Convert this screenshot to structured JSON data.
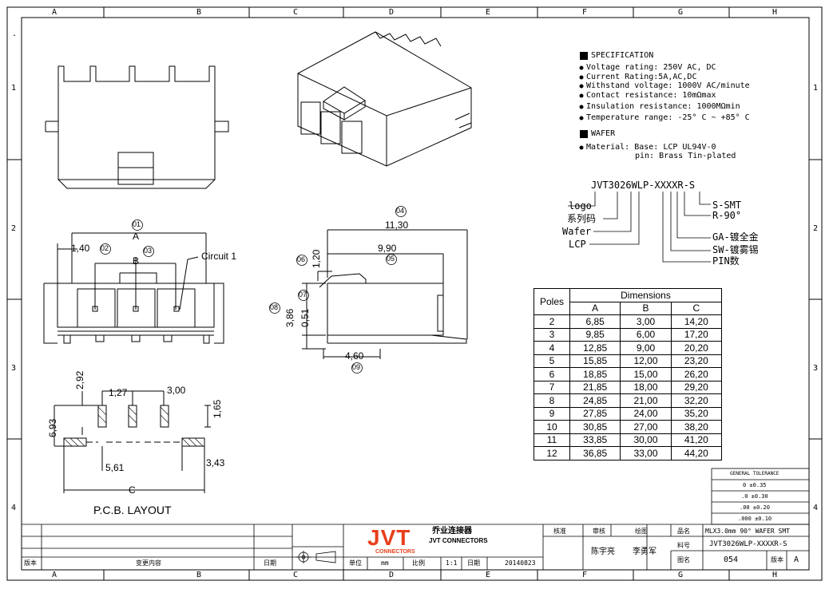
{
  "border": {
    "columns": [
      "A",
      "B",
      "C",
      "D",
      "E",
      "F",
      "G",
      "H"
    ],
    "rows": [
      "1",
      "2",
      "3",
      "4"
    ],
    "corner_mark": "."
  },
  "specification": {
    "heading": "SPECIFICATION",
    "items": [
      "Voltage rating: 250V AC, DC",
      "Current Rating:5A,AC,DC",
      "Withstand voltage: 1000V AC/minute",
      "Contact resistance: 10mΩmax",
      "Insulation resistance: 1000MΩmin",
      "Temperature range: -25° C ~ +85° C"
    ],
    "wafer_heading": "WAFER",
    "material_line1": "Material: Base: LCP UL94V-0",
    "material_line2": "pin: Brass Tin-plated"
  },
  "part_code": {
    "code": "JVT3026WLP-XXXXR-S",
    "left_labels": [
      "logo",
      "系列码",
      "Wafer",
      "LCP"
    ],
    "right_labels": [
      "S-SMT",
      "R-90°",
      "GA-镀全金",
      "SW-镀雾锡",
      "PIN数"
    ]
  },
  "front_view": {
    "label_A": "A",
    "label_B": "B",
    "callout_01": "01",
    "callout_02": "02",
    "callout_03": "03",
    "dim_140": "1,40",
    "circuit": "Circuit 1"
  },
  "side_view": {
    "callout_04": "04",
    "dim_1130": "11,30",
    "dim_990": "9,90",
    "callout_05": "05",
    "callout_06": "06",
    "dim_120": "1,20",
    "callout_07": "07",
    "callout_08": "08",
    "dim_386": "3,86",
    "dim_051": "0,51",
    "dim_460": "4,60",
    "callout_09": "09"
  },
  "pcb": {
    "title": "P.C.B. LAYOUT",
    "dim_292": "2,92",
    "dim_127": "1,27",
    "dim_300": "3,00",
    "dim_165": "1,65",
    "dim_693": "6,93",
    "dim_561": "5,61",
    "dim_343": "3,43",
    "label_C": "C"
  },
  "dimensions_table": {
    "poles_header": "Poles",
    "dims_header": "Dimensions",
    "col_headers": [
      "A",
      "B",
      "C"
    ],
    "rows": [
      [
        "2",
        "6,85",
        "3,00",
        "14,20"
      ],
      [
        "3",
        "9,85",
        "6,00",
        "17,20"
      ],
      [
        "4",
        "12,85",
        "9,00",
        "20,20"
      ],
      [
        "5",
        "15,85",
        "12,00",
        "23,20"
      ],
      [
        "6",
        "18,85",
        "15,00",
        "26,20"
      ],
      [
        "7",
        "21,85",
        "18,00",
        "29,20"
      ],
      [
        "8",
        "24,85",
        "21,00",
        "32,20"
      ],
      [
        "9",
        "27,85",
        "24,00",
        "35,20"
      ],
      [
        "10",
        "30,85",
        "27,00",
        "38,20"
      ],
      [
        "11",
        "33,85",
        "30,00",
        "41,20"
      ],
      [
        "12",
        "36,85",
        "33,00",
        "44,20"
      ]
    ]
  },
  "tolerance": {
    "title": "GENERAL TOLERANCE",
    "rows": [
      "0 ±0.35",
      ".0 ±0.30",
      ".00 ±0.20",
      ".000 ±0.10"
    ]
  },
  "title_block": {
    "rev_label": "版本",
    "change_label": "变更内容",
    "date_label": "日期",
    "logo_text": "JVT",
    "logo_sub": "CONNECTORS",
    "company_cn": "乔业连接器",
    "company_en": "JVT CONNECTORS",
    "unit_label": "单位",
    "unit_value": "mm",
    "scale_label": "比例",
    "scale_value": "1:1",
    "date_label2": "日期",
    "date_value": "20140823",
    "approve_label": "核准",
    "review_label": "审核",
    "drawn_label": "绘图",
    "reviewer": "陈宇亮",
    "drawer": "李勇军",
    "name_label": "品名",
    "name_value": "MLX3.0mm 90° WAFER SMT",
    "part_label": "料号",
    "part_value": "JVT3026WLP-XXXXR-S",
    "drawing_label": "图名",
    "drawing_value": "054",
    "version_label": "版本",
    "version_value": "A"
  }
}
